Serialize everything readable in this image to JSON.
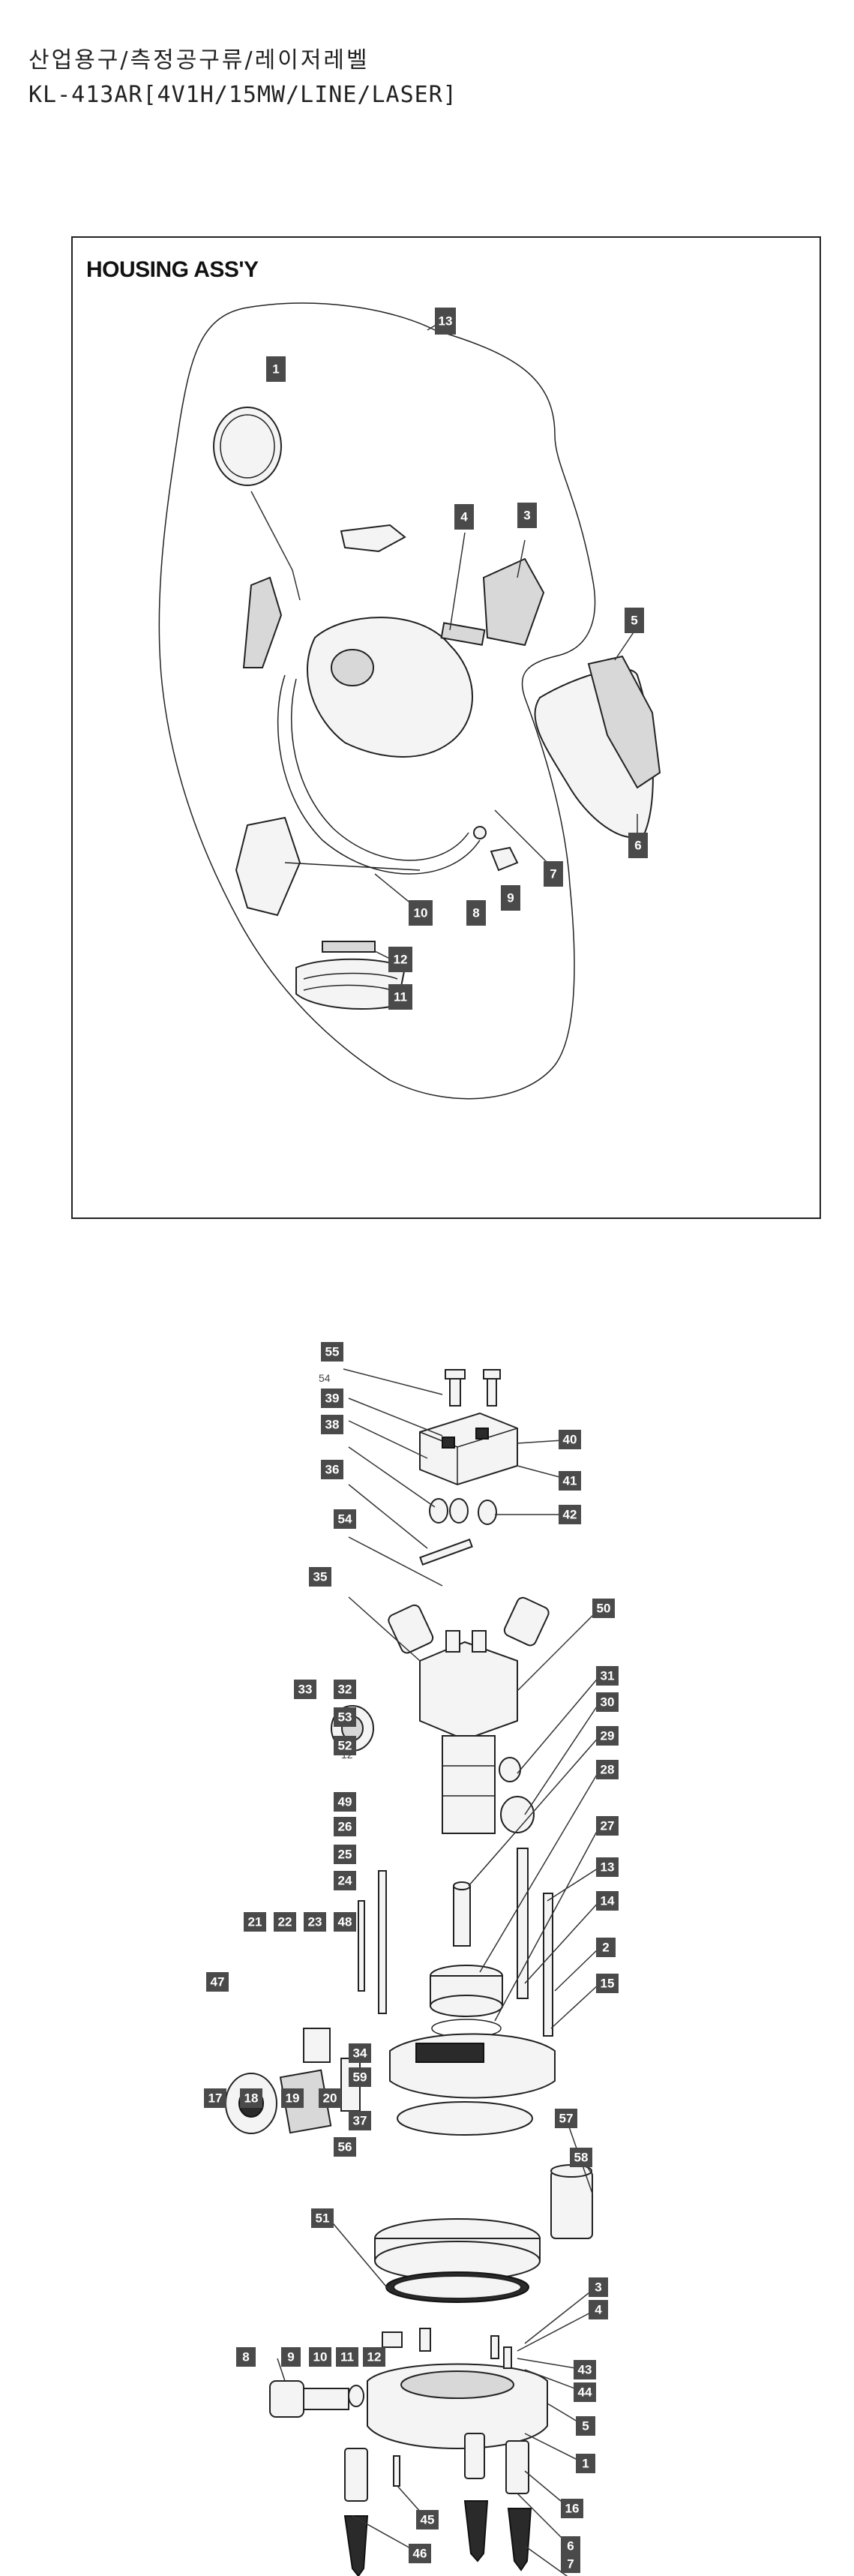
{
  "header": {
    "category": "산업용구/측정공구류/레이저레벨",
    "model": "KL-413AR[4V1H/15MW/LINE/LASER]"
  },
  "housing_panel": {
    "title": "HOUSING ASS'Y",
    "callouts": [
      "13",
      "1",
      "4",
      "3",
      "5",
      "6",
      "7",
      "9",
      "8",
      "10",
      "12",
      "11"
    ]
  },
  "exploded_panel": {
    "plain_labels": [
      "54",
      "12"
    ],
    "callouts": [
      "55",
      "39",
      "40",
      "38",
      "41",
      "36",
      "42",
      "54",
      "35",
      "50",
      "33",
      "32",
      "31",
      "53",
      "30",
      "52",
      "29",
      "28",
      "49",
      "26",
      "27",
      "25",
      "13",
      "24",
      "14",
      "21",
      "22",
      "23",
      "48",
      "2",
      "15",
      "47",
      "34",
      "59",
      "17",
      "18",
      "19",
      "20",
      "57",
      "58",
      "37",
      "56",
      "51",
      "3",
      "4",
      "8",
      "9",
      "10",
      "11",
      "12",
      "43",
      "44",
      "5",
      "1",
      "45",
      "16",
      "46",
      "6",
      "7"
    ]
  }
}
